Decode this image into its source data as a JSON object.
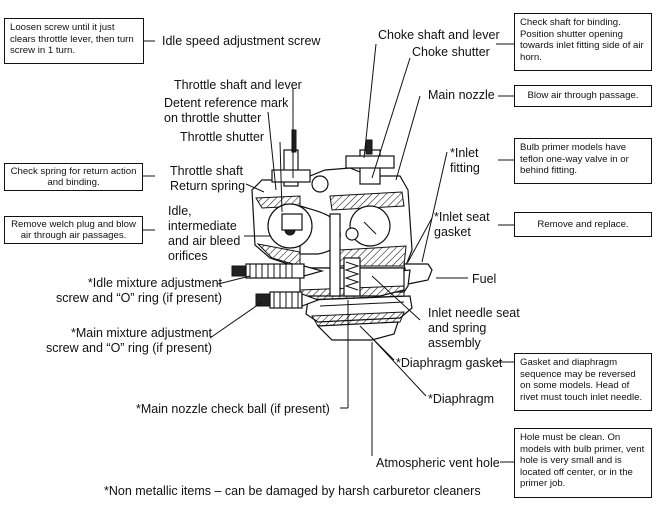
{
  "labels": {
    "idle_speed_screw": "Idle speed adjustment screw",
    "choke_shaft": "Choke shaft and lever",
    "choke_shutter": "Choke shutter",
    "throttle_shaft": "Throttle shaft and lever",
    "detent_mark": "Detent reference mark on throttle shutter",
    "throttle_shutter": "Throttle shutter",
    "main_nozzle": "Main nozzle",
    "throttle_return_spring": "Throttle shaft Return spring",
    "inlet_fitting": "*Inlet fitting",
    "idle_orifices": "Idle, intermediate and air bleed orifices",
    "inlet_seat_gasket": "*Inlet seat gasket",
    "fuel": "Fuel",
    "idle_mixture_screw": "*Idle mixture adjustment screw and “O” ring (if present)",
    "inlet_needle": "Inlet needle seat and spring assembly",
    "main_mixture_screw": "*Main mixture adjustment screw and “O” ring (if present)",
    "diaphragm_gasket": "*Diaphragm gasket",
    "diaphragm": "*Diaphragm",
    "main_nozzle_check_ball": "*Main nozzle check ball (if present)",
    "atmospheric_vent": "Atmospheric vent hole",
    "footnote": "*Non metallic items – can be damaged by harsh carburetor cleaners"
  },
  "notes": {
    "loosen_screw": "Loosen screw until it just clears throttle lever, then turn screw in 1 turn.",
    "check_shaft": "Check shaft for binding. Position shutter opening towards inlet fitting side of air horn.",
    "blow_air": "Blow air through passage.",
    "bulb_primer": "Bulb primer models have teflon one-way valve in or behind fitting.",
    "check_spring": "Check spring for return action and binding.",
    "remove_welch": "Remove welch plug and blow air through air passages.",
    "remove_replace": "Remove and replace.",
    "gasket_sequence": "Gasket and diaphragm sequence may be reversed on some models. Head of rivet must touch inlet needle.",
    "hole_clean": "Hole must be clean. On models with bulb primer, vent hole is very small and is located off center, or in the primer job."
  }
}
